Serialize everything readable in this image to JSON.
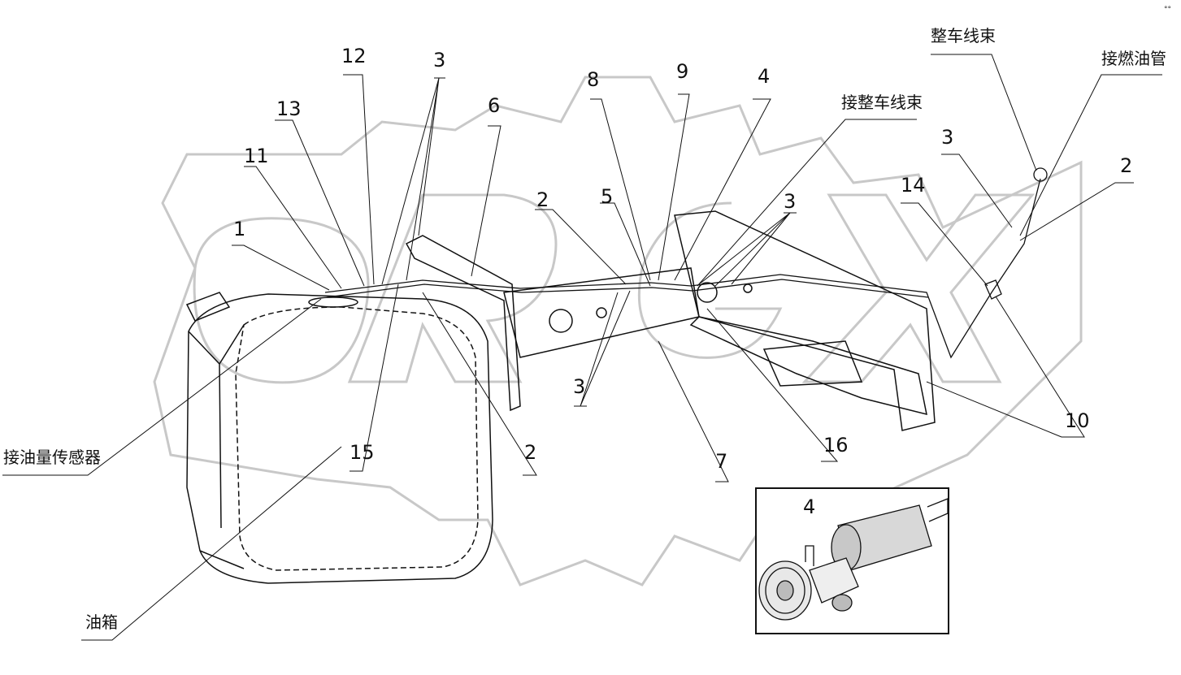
{
  "labels": {
    "l12": "12",
    "l3a": "3",
    "l13": "13",
    "l6": "6",
    "l11": "11",
    "l1": "1",
    "l8": "8",
    "l9": "9",
    "l4a": "4",
    "jie_zhengche_xianshu": "接整车线束",
    "zhengche_xianshu": "整车线束",
    "jie_ranyouguan": "接燃油管",
    "l3b": "3",
    "l2a": "2",
    "l14": "14",
    "l2b": "2",
    "l5": "5",
    "l3c": "3",
    "l3d": "3",
    "l2c": "2",
    "l15": "15",
    "l7": "7",
    "l16": "16",
    "l10": "10",
    "jie_youliang_chuanganqi": "接油量传感器",
    "youxiang": "油箱",
    "l4b": "4"
  },
  "watermark": "ORGX",
  "colors": {
    "line": "#111111",
    "watermark": "#c8c8c8"
  }
}
